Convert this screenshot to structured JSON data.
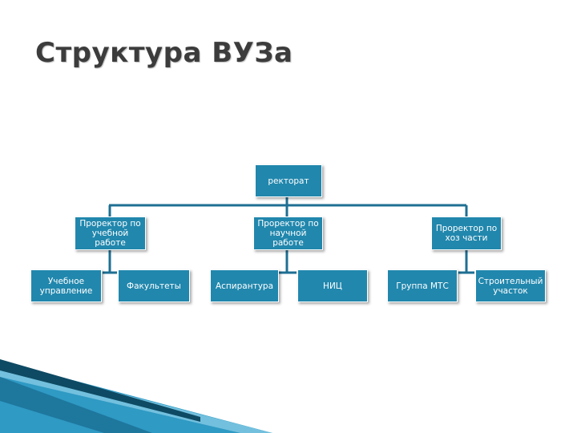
{
  "slide": {
    "title": "Структура ВУЗа"
  },
  "org_chart": {
    "root": "ректорат",
    "vice_rectors": [
      {
        "label": "Проректор по учебной работе",
        "children": [
          "Учебное управление",
          "Факультеты"
        ]
      },
      {
        "label": "Проректор по научной работе",
        "children": [
          "Аспирантура",
          "НИЦ"
        ]
      },
      {
        "label": "Проректор по хоз части",
        "children": [
          "Группа МТС",
          "Строительный участок"
        ]
      }
    ]
  },
  "colors": {
    "box_fill": "#2187ad",
    "connector": "#1f6f93",
    "title_text": "#3c3c3c",
    "accent_dark": "#0e4a63",
    "accent_light": "#8fd0ea"
  }
}
